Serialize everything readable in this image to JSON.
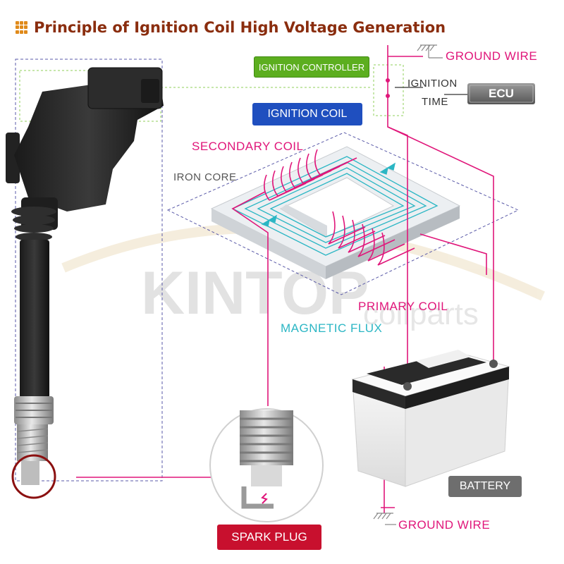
{
  "title": "Principle of Ignition Coil High Voltage Generation",
  "watermark": {
    "brand": "KINTOP",
    "sub": "coilparts"
  },
  "labels": {
    "ignition_controller": "IGNITION CONTROLLER",
    "ignition_coil": "IGNITION COIL",
    "ecu": "ECU",
    "ignition_time_line1": "IGNITION",
    "ignition_time_line2": "TIME",
    "ground_wire_top": "GROUND WIRE",
    "secondary_coil": "SECONDARY COIL",
    "iron_core": "IRON CORE",
    "primary_coil": "PRIMARY COIL",
    "magnetic_flux": "MAGNETIC FLUX",
    "battery": "BATTERY",
    "spark_plug": "SPARK PLUG",
    "ground_wire_bottom": "GROUND WIRE"
  },
  "colors": {
    "title": "#8a2d0e",
    "title_icon": "#e08a1a",
    "wire": "#e0167a",
    "flux": "#2bb6c4",
    "dashed_frame": "#5a5aa8",
    "controller_green": "#5cae1f",
    "coil_blue": "#1f4fbf",
    "spark_red": "#c8102e",
    "ecu_gray": "#6e6e6e",
    "label_gray": "#555555"
  }
}
